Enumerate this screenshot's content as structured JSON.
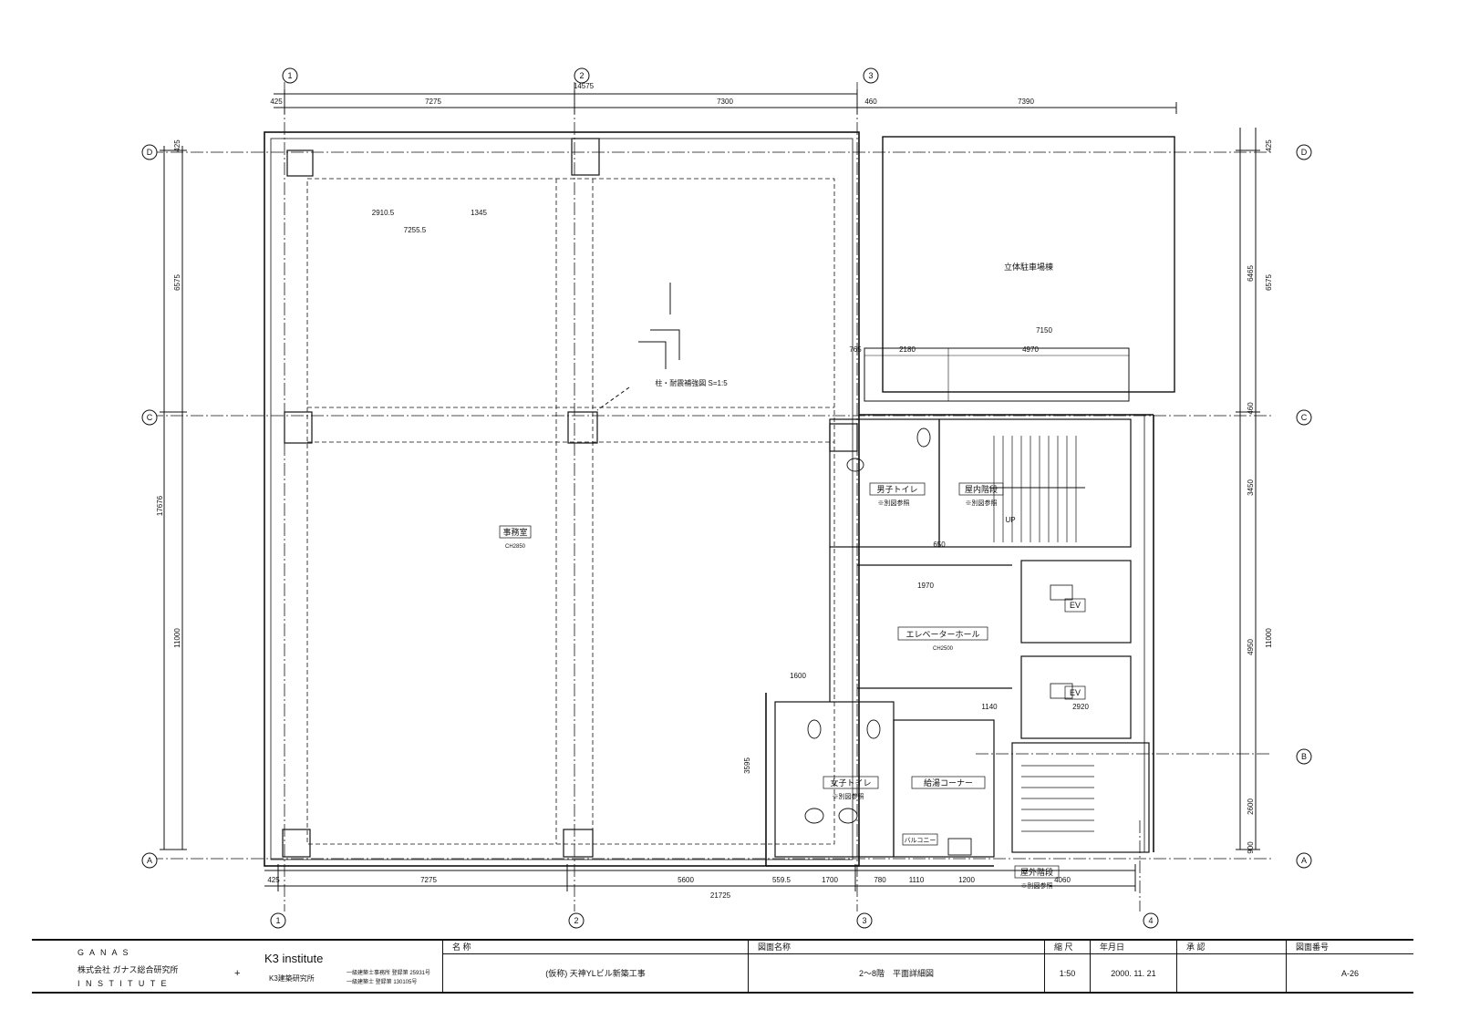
{
  "grid": {
    "cols": [
      "1",
      "2",
      "3",
      "4"
    ],
    "rows": [
      "A",
      "B",
      "C",
      "D"
    ]
  },
  "dims": {
    "top_total": "14575",
    "top_segments": [
      "425",
      "7275",
      "7300",
      "460",
      "7390"
    ],
    "bottom_total": "21725",
    "bottom_segments": [
      "425",
      "7275",
      "5600",
      "559.5",
      "1700",
      "780",
      "1110",
      "1200",
      "4060"
    ],
    "left_total": "17676",
    "left_segments": [
      "425",
      "6575",
      "11000"
    ],
    "right_outer": [
      "425",
      "6575",
      "11000"
    ],
    "right_inner": [
      "6465",
      "460",
      "3450",
      "4950",
      "2600",
      "900"
    ],
    "parking": [
      "7150",
      "765",
      "2180",
      "4970"
    ],
    "misc": [
      "2910.5",
      "7255.5",
      "1345",
      "3595",
      "2920",
      "1140",
      "1600",
      "650",
      "1970"
    ]
  },
  "rooms": {
    "office": "事務室",
    "office_ch": "CH2850",
    "elevator_hall": "エレベーターホール",
    "elevator_hall_ch": "CH2500",
    "men_toilet": "男子トイレ",
    "women_toilet": "女子トイレ",
    "see_other": "※別図参照",
    "indoor_stair": "屋内階段",
    "outdoor_stair": "屋外階段",
    "kitchenette": "給湯コーナー",
    "parking": "立体駐車場棟",
    "ev": "EV",
    "up": "UP",
    "balcony": "バルコニー",
    "detail": "柱・耐震補強図 S=1:5"
  },
  "title_block": {
    "firm_letters": "G A N A S",
    "firm_name": "株式会社 ガナス総合研究所",
    "firm_sub": "I N S T I T U T E",
    "plus": "+",
    "k3_name": "K3 institute",
    "k3_jp": "K3建築研究所",
    "k3_reg1": "一級建築士事務所 登録第 25931号",
    "k3_reg2": "一級建築士 登録第 130105号",
    "headers": {
      "name": "名 称",
      "drawing": "図面名称",
      "scale": "縮 尺",
      "date": "年月日",
      "approval": "承 認",
      "number": "図面番号"
    },
    "values": {
      "name": "(仮称) 天神YLビル新築工事",
      "drawing": "2～8階　平面詳細図",
      "scale": "1:50",
      "date": "2000. 11. 21",
      "approval": "",
      "number": "A-26"
    }
  }
}
